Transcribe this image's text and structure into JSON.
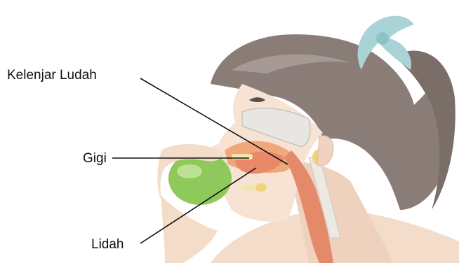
{
  "labels": {
    "salivary_gland": "Kelenjar Ludah",
    "teeth": "Gigi",
    "tongue": "Lidah"
  }
}
